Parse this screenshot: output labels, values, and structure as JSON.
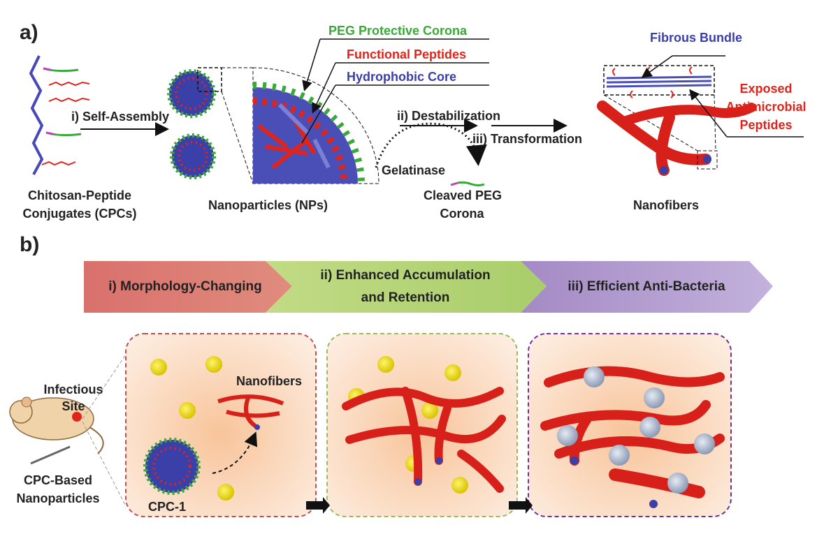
{
  "panel_a": {
    "letter": "a)",
    "labels": {
      "cpc": [
        "Chitosan-Peptide",
        "Conjugates (CPCs)"
      ],
      "self_assembly": "i) Self-Assembly",
      "nanoparticles": "Nanoparticles (NPs)",
      "peg_corona": "PEG Protective Corona",
      "functional_peptides": "Functional Peptides",
      "hydrophobic_core": "Hydrophobic Core",
      "destabilization": "ii) Destabilization",
      "transformation": "iii) Transformation",
      "gelatinase": "Gelatinase",
      "cleaved_peg": [
        "Cleaved PEG",
        "Corona"
      ],
      "fibrous_bundle": "Fibrous Bundle",
      "exposed_amp": [
        "Exposed",
        "Antimicrobial",
        "Peptides"
      ],
      "nanofibers": "Nanofibers"
    },
    "colors": {
      "peg": "#3aa83a",
      "peptide": "#e0241b",
      "core": "#3b3fa8"
    }
  },
  "panel_b": {
    "letter": "b)",
    "stages": [
      {
        "label": "i) Morphology-Changing",
        "color": "#d9706c"
      },
      {
        "label": [
          "ii) Enhanced Accumulation",
          "and Retention"
        ],
        "color": "#b9d77a"
      },
      {
        "label": "iii) Efficient Anti-Bacteria",
        "color": "#a98fc6"
      }
    ],
    "mouse": {
      "infectious_site": [
        "Infectious",
        "Site"
      ],
      "cpc_np": [
        "CPC-Based",
        "Nanoparticles"
      ]
    },
    "box1": {
      "nanofibers": "Nanofibers",
      "cpc1": "CPC-1",
      "border": "#c0504d"
    },
    "box2": {
      "border": "#9bbb59"
    },
    "box3": {
      "border": "#7030a0"
    }
  }
}
